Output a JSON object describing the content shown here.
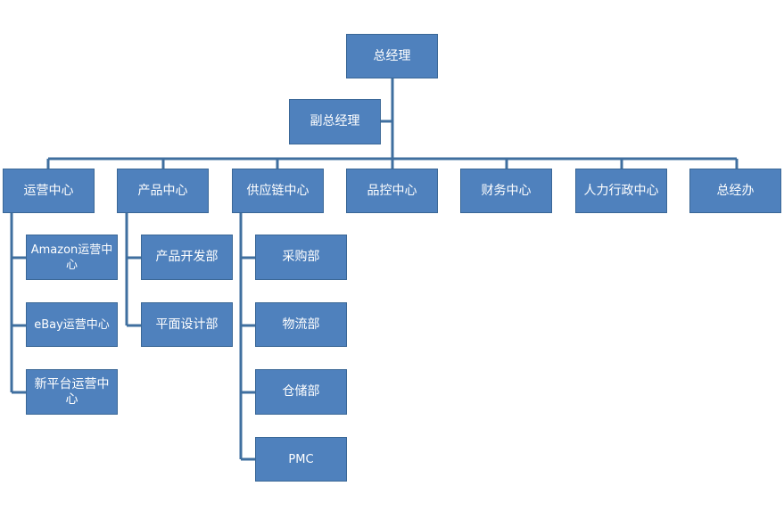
{
  "org": {
    "ceo": "总经理",
    "deputy": "副总经理",
    "departments": [
      "运营中心",
      "产品中心",
      "供应链中心",
      "品控中心",
      "财务中心",
      "人力行政中心",
      "总经办"
    ],
    "operations_children": [
      "Amazon运营中心",
      "eBay运营中心",
      "新平台运营中心"
    ],
    "product_children": [
      "产品开发部",
      "平面设计部"
    ],
    "supply_children": [
      "采购部",
      "物流部",
      "仓储部",
      "PMC"
    ]
  },
  "colors": {
    "box": "#4f81bd",
    "box_border": "#3a6796",
    "connector": "#3f6f9f",
    "text": "#ffffff"
  }
}
